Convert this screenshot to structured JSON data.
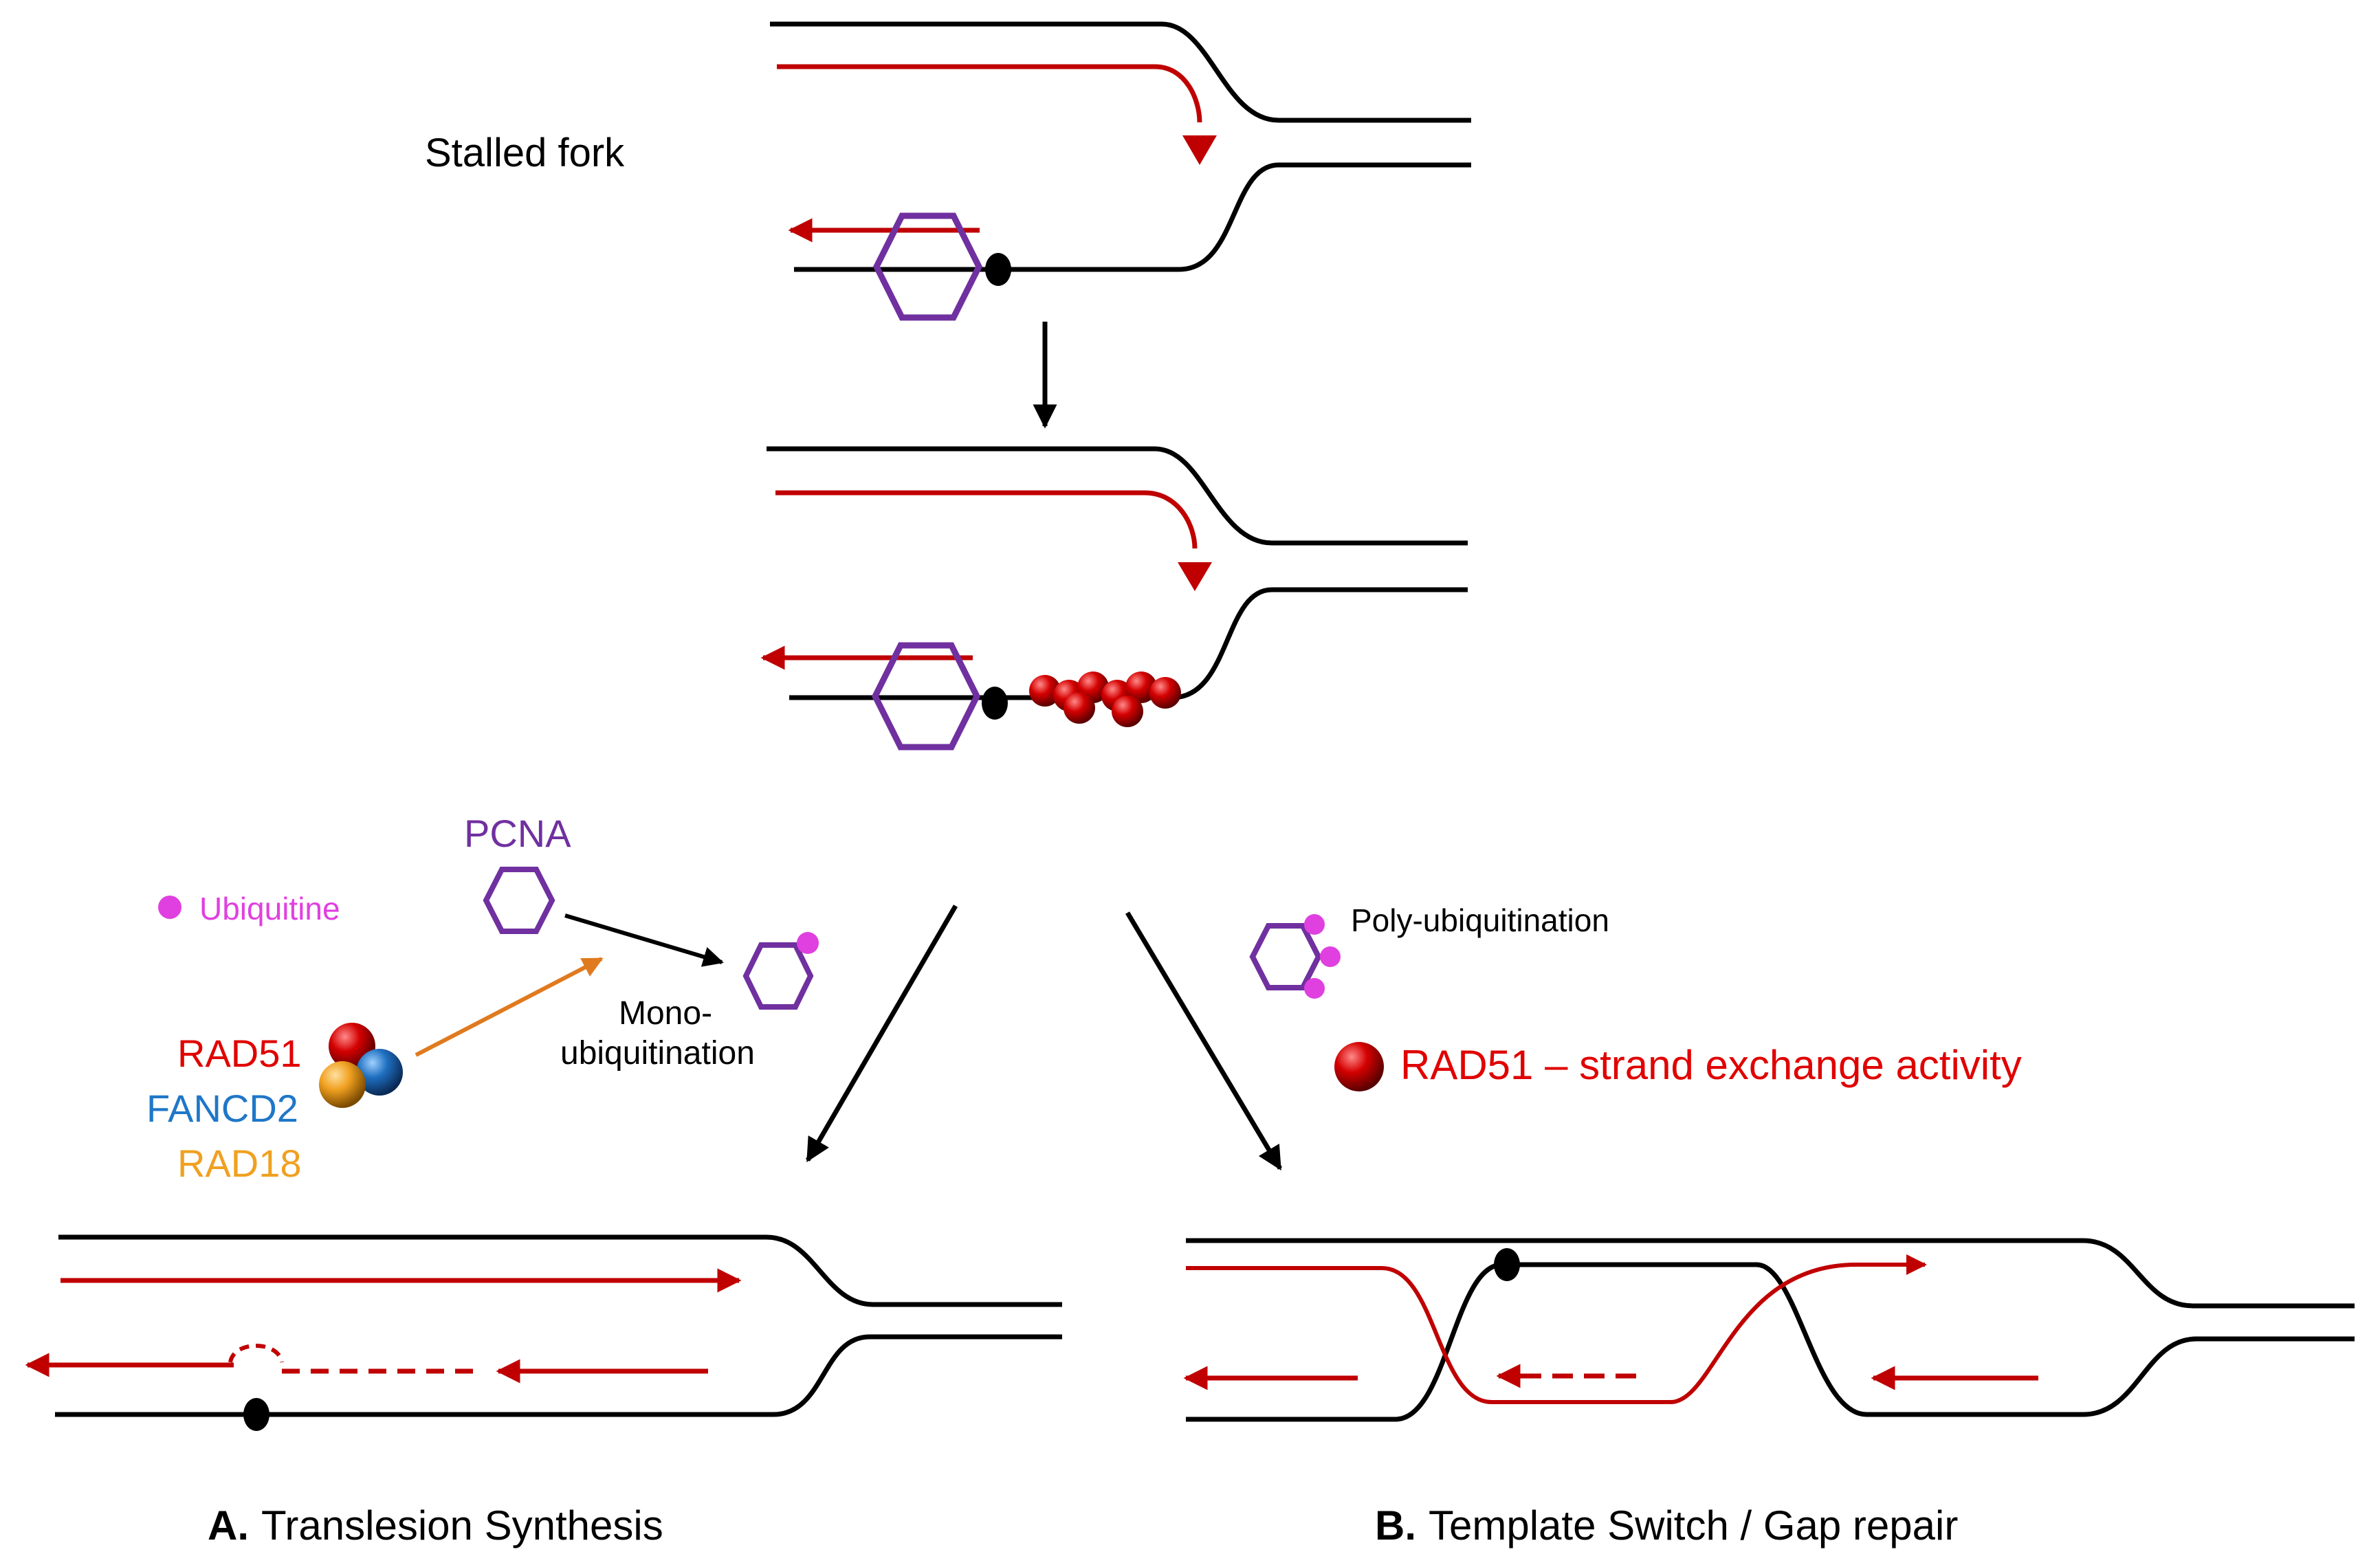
{
  "labels": {
    "stalled_fork": "Stalled fork",
    "pcna": "PCNA",
    "ubiquitine": "Ubiquitine",
    "mono_line1": "Mono-",
    "mono_line2": "ubiquitination",
    "rad51": "RAD51",
    "fancd2": "FANCD2",
    "rad18": "RAD18",
    "poly": "Poly-ubiquitination",
    "rad51_activity": "RAD51 – strand exchange activity",
    "a_letter": "A.",
    "a_title": "Translesion Synthesis",
    "b_letter": "B.",
    "b_title": "Template Switch / Gap repair"
  },
  "colors": {
    "dna": "#000000",
    "new_strand": "#c00000",
    "pcna": "#7030a0",
    "ubiquitin": "#e040e0",
    "rad51": "#e00000",
    "fancd2": "#1f77c8",
    "rad18": "#f0a020",
    "arrow_orange": "#e07a1e",
    "text": "#000000"
  }
}
